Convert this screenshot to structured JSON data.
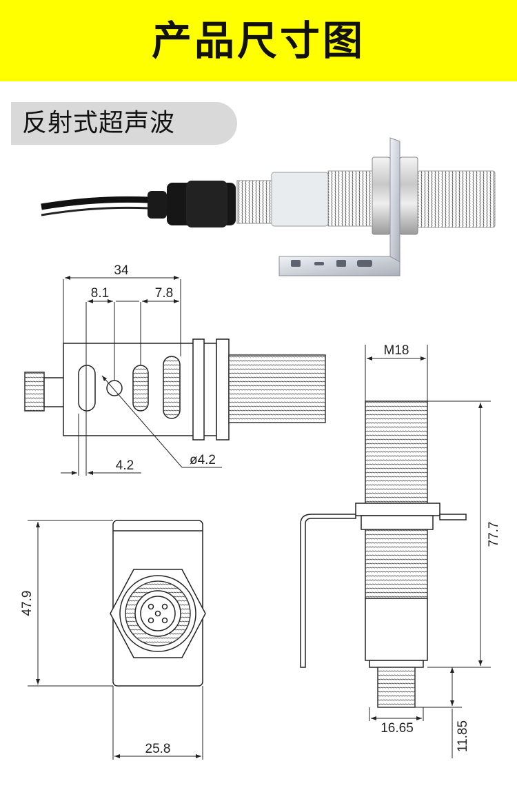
{
  "banner": {
    "title": "产品尺寸图",
    "background": "#ffff00"
  },
  "section": {
    "label": "反射式超声波",
    "background": "#d9d9d9"
  },
  "dimensions": {
    "top_width": "34",
    "slot_spacing": "8.1",
    "slot_spacing_2": "7.8",
    "slot_width": "4.2",
    "hole_diameter": "ø4.2",
    "thread": "M18",
    "length": "77.7",
    "bracket_height": "47.9",
    "bracket_width": "25.8",
    "connector_width": "16.65",
    "connector_length": "11.85"
  }
}
